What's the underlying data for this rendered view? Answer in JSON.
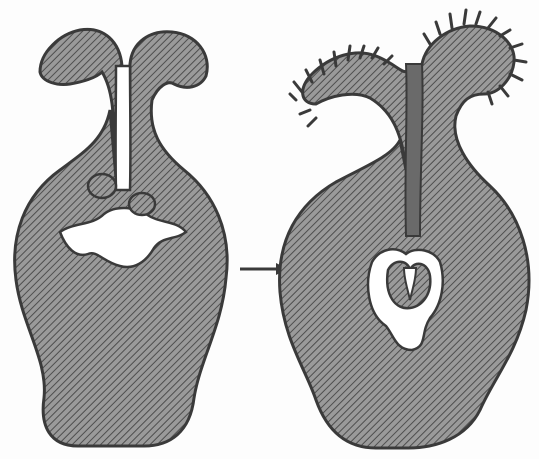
{
  "figure": {
    "panels": [
      {
        "name": "pistil-before-pollination"
      },
      {
        "name": "pistil-after-pollination"
      }
    ],
    "arrow": {
      "direction": "right"
    }
  },
  "colors": {
    "background": "#fdfdfd",
    "outline": "#3a3a3a",
    "hatch_fill": "#8c8c8c",
    "hatch_line": "#5e5e5e",
    "cavity": "#ffffff",
    "pollen_tube": "#6a6a6a"
  }
}
